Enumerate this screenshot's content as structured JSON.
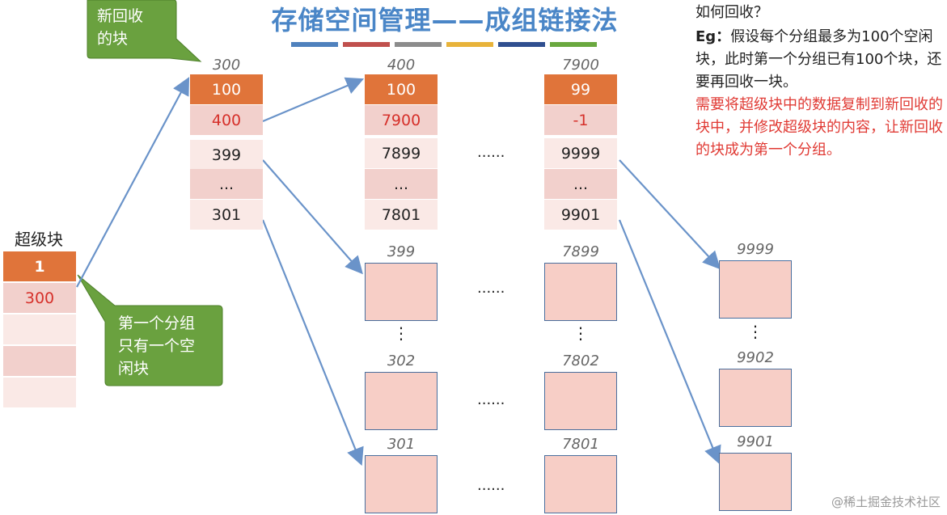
{
  "title": "存储空间管理——成组链接法",
  "title_bar_colors": [
    "#4f81bd",
    "#c0504d",
    "#8c8c8c",
    "#e8b33a",
    "#2f4f8f",
    "#6aa83f"
  ],
  "superblock": {
    "label": "超级块",
    "cells": [
      "1",
      "300",
      "",
      "",
      ""
    ]
  },
  "callout_new_block": "新回收\n的块",
  "callout_first_group": "第一个分组\n只有一个空\n闲块",
  "group_300": {
    "label": "300",
    "cells": [
      "100",
      "400",
      "399",
      "...",
      "301"
    ]
  },
  "group_400": {
    "label": "400",
    "cells": [
      "100",
      "7900",
      "7899",
      "...",
      "7801"
    ]
  },
  "group_7900": {
    "label": "7900",
    "cells": [
      "99",
      "-1",
      "9999",
      "...",
      "9901"
    ]
  },
  "data_blocks": {
    "col1": [
      "399",
      "302",
      "301"
    ],
    "col2": [
      "7899",
      "7802",
      "7801"
    ],
    "col3": [
      "9999",
      "9902",
      "9901"
    ]
  },
  "ellipsis_h": "......",
  "ellipsis_v": "⋮",
  "right_panel": {
    "question": "如何回收？",
    "example_prefix": "Eg：",
    "example_text": "假设每个分组最多为100个空闲块，此时第一个分组已有100个块，还要再回收一块。",
    "answer": "需要将超级块中的数据复制到新回收的块中，并修改超级块的内容，让新回收的块成为第一个分组。"
  },
  "watermark": "@稀土掘金技术社区",
  "colors": {
    "title": "#4a86c7",
    "head": "#e0743a",
    "link_text": "#d6302a",
    "callout": "#6aa13f",
    "arrow": "#6a93c9"
  }
}
